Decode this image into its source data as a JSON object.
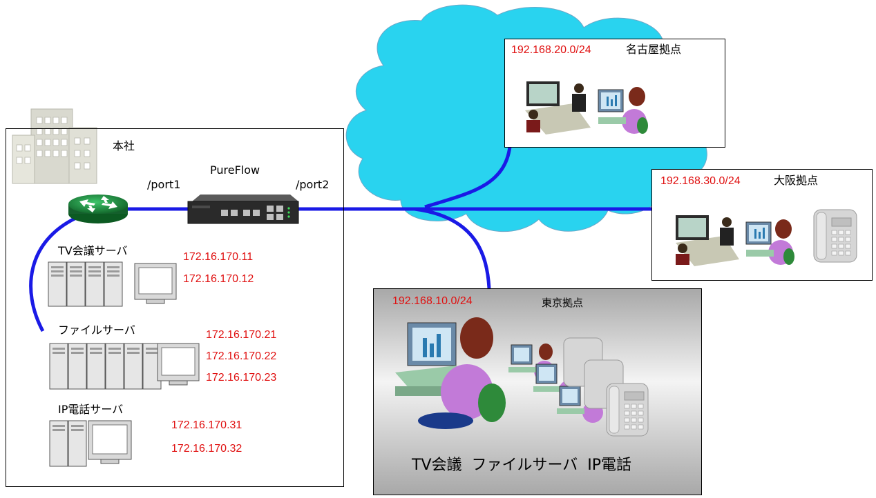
{
  "hq": {
    "label": "本社",
    "device": "PureFlow",
    "port1": "/port1",
    "port2": "/port2",
    "servers": [
      {
        "title": "TV会議サーバ",
        "ips": [
          "172.16.170.11",
          "172.16.170.12"
        ]
      },
      {
        "title": "ファイルサーバ",
        "ips": [
          "172.16.170.21",
          "172.16.170.22",
          "172.16.170.23"
        ]
      },
      {
        "title": "IP電話サーバ",
        "ips": [
          "172.16.170.31",
          "172.16.170.32"
        ]
      }
    ]
  },
  "branches": {
    "nagoya": {
      "subnet": "192.168.20.0/24",
      "name": "名古屋拠点"
    },
    "osaka": {
      "subnet": "192.168.30.0/24",
      "name": "大阪拠点"
    },
    "tokyo": {
      "subnet": "192.168.10.0/24",
      "name": "東京拠点",
      "services": "TV会議  ファイルサーバ  IP電話"
    }
  },
  "colors": {
    "link": "#1a1ae6",
    "cloud": "#29d3ef",
    "ip_text": "#e01010",
    "router": "#1f8a3a"
  }
}
